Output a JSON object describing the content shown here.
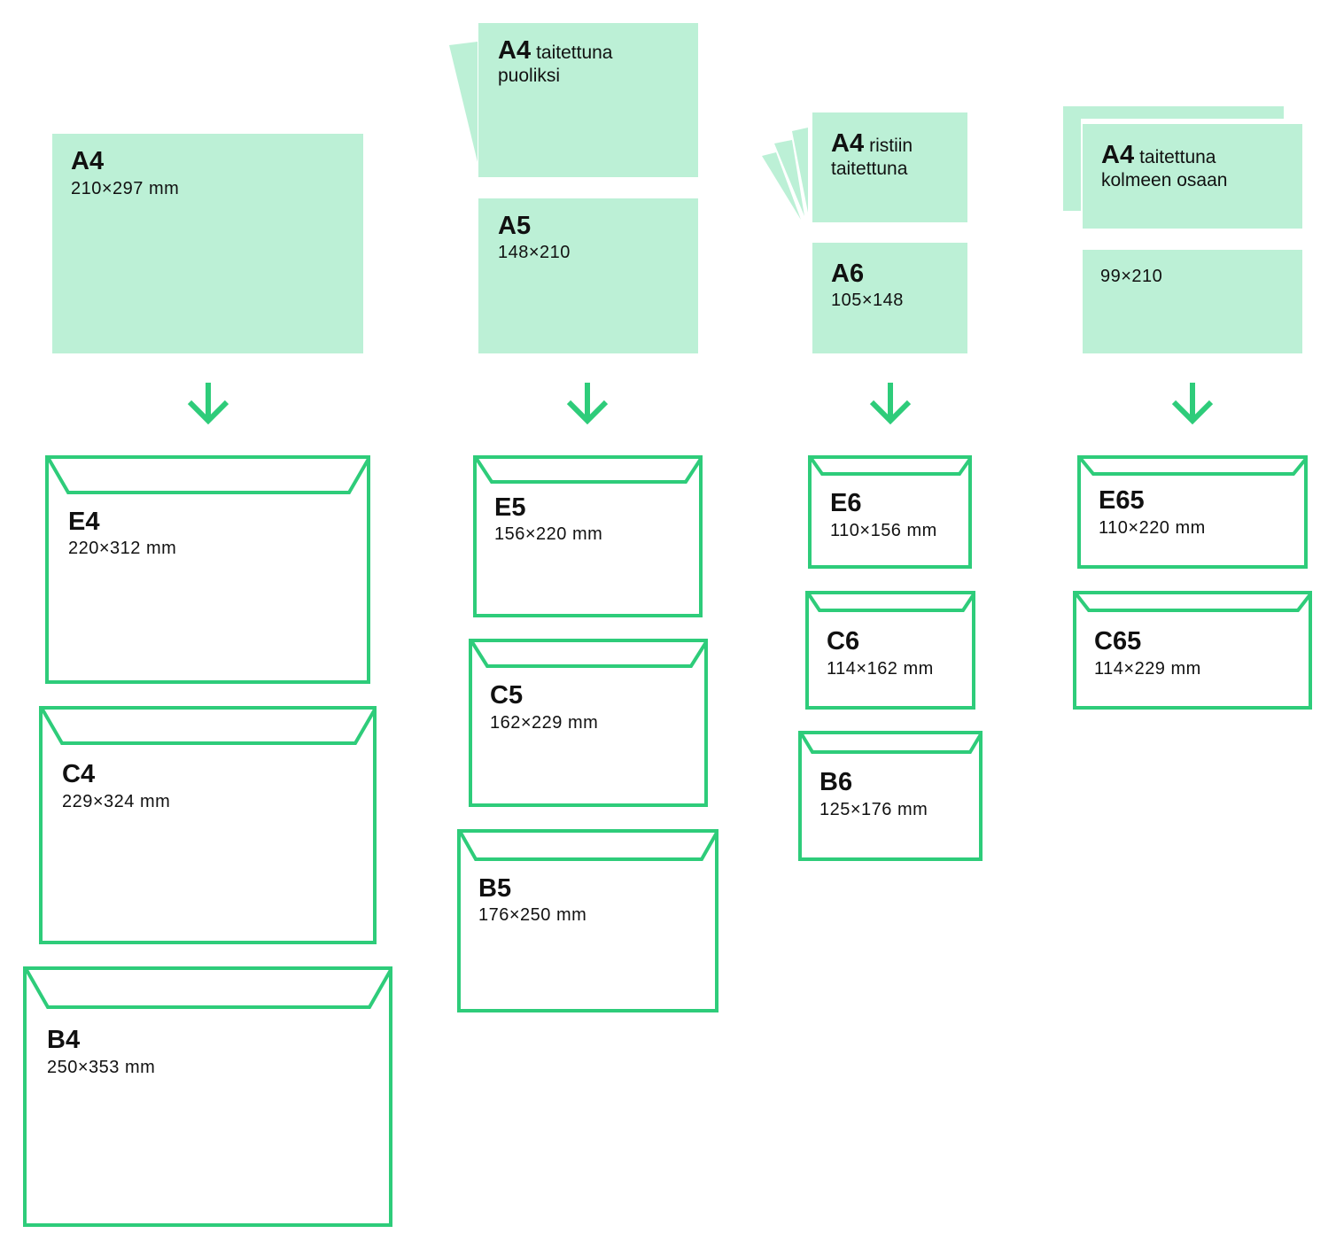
{
  "colors": {
    "paper": "#bcf0d6",
    "envelope_stroke": "#2ecc7a",
    "arrow": "#2ecc7a",
    "text": "#111111"
  },
  "icons": {
    "arrow": "arrow-down-icon"
  },
  "columns": [
    {
      "papers": [
        {
          "code": "A4",
          "size": "210×297 mm"
        }
      ],
      "envelopes": [
        {
          "code": "E4",
          "size": "220×312 mm"
        },
        {
          "code": "C4",
          "size": "229×324 mm"
        },
        {
          "code": "B4",
          "size": "250×353 mm"
        }
      ]
    },
    {
      "papers": [
        {
          "code": "A4",
          "note_line1": "taitettuna",
          "note_line2": "puoliksi"
        },
        {
          "code": "A5",
          "size": "148×210"
        }
      ],
      "envelopes": [
        {
          "code": "E5",
          "size": "156×220 mm"
        },
        {
          "code": "C5",
          "size": "162×229 mm"
        },
        {
          "code": "B5",
          "size": "176×250 mm"
        }
      ]
    },
    {
      "papers": [
        {
          "code": "A4",
          "note_line1": "ristiin",
          "note_line2": "taitettuna"
        },
        {
          "code": "A6",
          "size": "105×148"
        }
      ],
      "envelopes": [
        {
          "code": "E6",
          "size": "110×156 mm"
        },
        {
          "code": "C6",
          "size": "114×162 mm"
        },
        {
          "code": "B6",
          "size": "125×176 mm"
        }
      ]
    },
    {
      "papers": [
        {
          "code": "A4",
          "note_line1": "taitettuna",
          "note_line2": "kolmeen osaan"
        },
        {
          "size": "99×210"
        }
      ],
      "envelopes": [
        {
          "code": "E65",
          "size": "110×220 mm"
        },
        {
          "code": "C65",
          "size": "114×229 mm"
        }
      ]
    }
  ]
}
